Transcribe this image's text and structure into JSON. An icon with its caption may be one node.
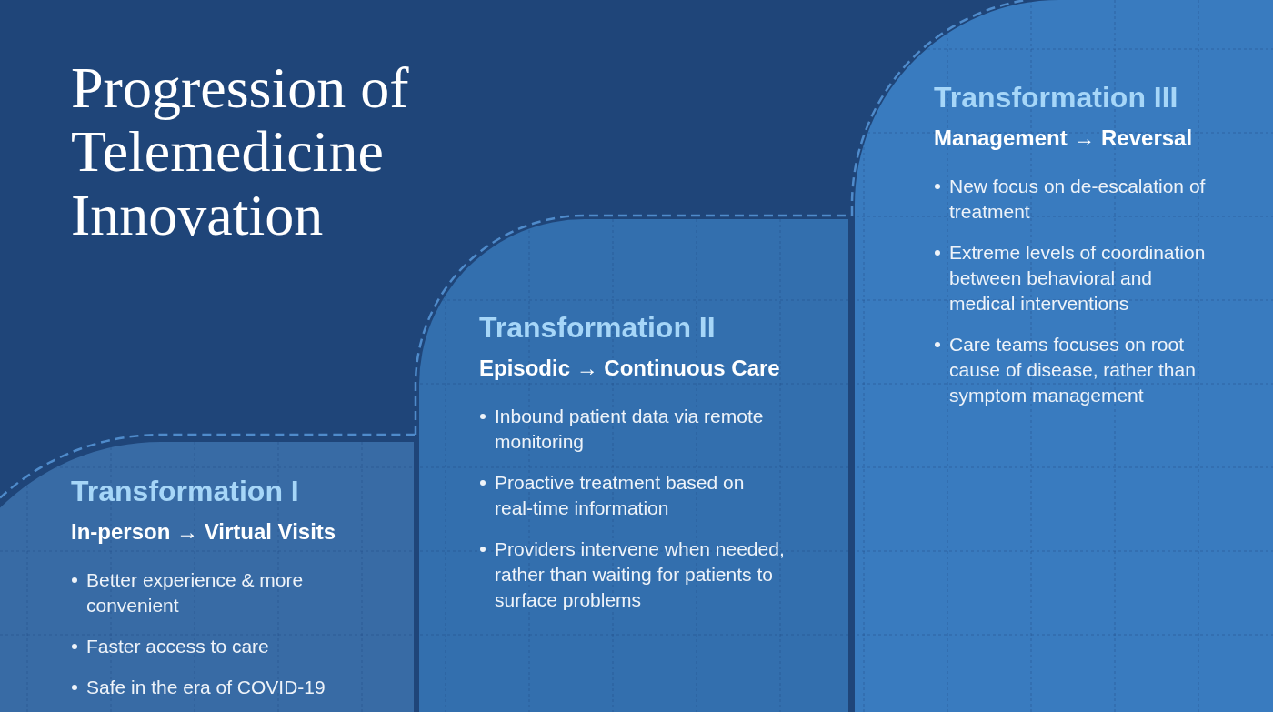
{
  "diagram": {
    "title": "Progression of Telemedicine Innovation",
    "nodes": [
      {
        "text": [
          "Transformation I",
          "In-person → Virtual Visits",
          "Better experience & more convenient",
          "Faster access to care",
          "Safe in the era of COVID-19"
        ]
      },
      {
        "text": [
          "Transformation II",
          "Episodic → Continuous Care",
          "Inbound patient data via remote monitoring",
          "Proactive treatment based on real-time information",
          "Providers intervene when needed, rather than waiting for patients to surface problems"
        ]
      },
      {
        "text": [
          "Transformation III",
          "Management → Reversal",
          "New focus on de-escalation of treatment",
          "Extreme levels of coordination between behavioral and medical interventions",
          "Care teams focuses on root cause of disease, rather than symptom management"
        ]
      }
    ]
  }
}
